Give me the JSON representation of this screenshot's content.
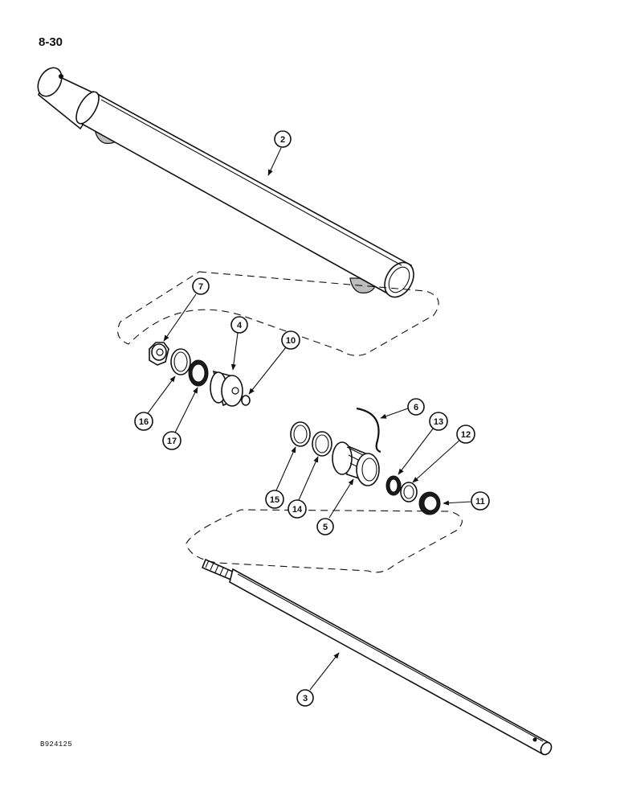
{
  "page": {
    "page_number": "8-30",
    "reference_code": "B924125"
  },
  "callouts": [
    {
      "id": "c2",
      "label": "2"
    },
    {
      "id": "c3",
      "label": "3"
    },
    {
      "id": "c4",
      "label": "4"
    },
    {
      "id": "c5",
      "label": "5"
    },
    {
      "id": "c6",
      "label": "6"
    },
    {
      "id": "c7",
      "label": "7"
    },
    {
      "id": "c10",
      "label": "10"
    },
    {
      "id": "c11",
      "label": "11"
    },
    {
      "id": "c12",
      "label": "12"
    },
    {
      "id": "c13",
      "label": "13"
    },
    {
      "id": "c14",
      "label": "14"
    },
    {
      "id": "c15",
      "label": "15"
    },
    {
      "id": "c16",
      "label": "16"
    },
    {
      "id": "c17",
      "label": "17"
    }
  ]
}
